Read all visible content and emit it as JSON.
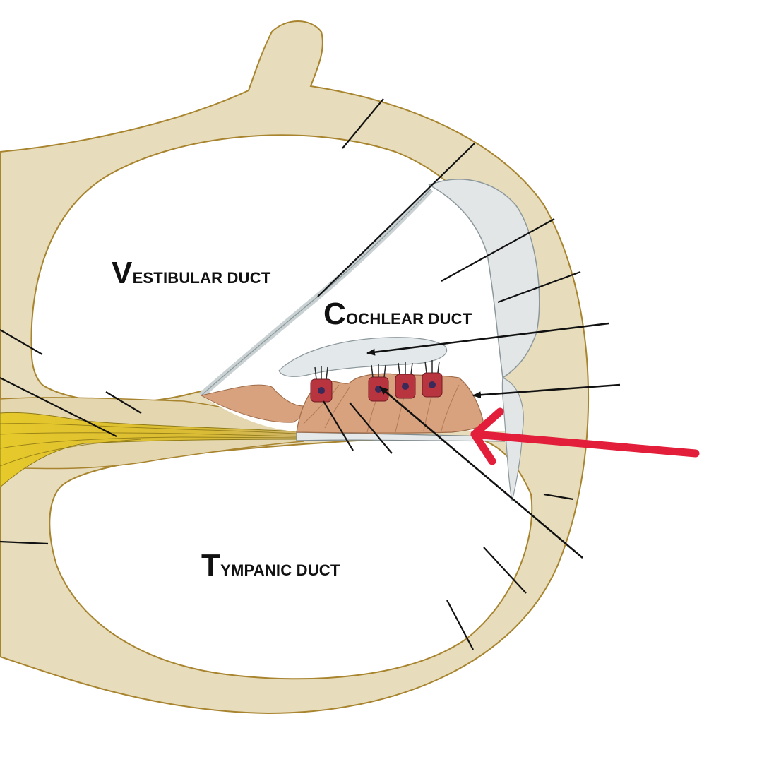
{
  "labels": {
    "vestibular": {
      "initial": "V",
      "rest": "ESTIBULAR DUCT"
    },
    "cochlear": {
      "initial": "C",
      "rest": "OCHLEAR DUCT"
    },
    "tympanic": {
      "initial": "T",
      "rest": "YMPANIC DUCT"
    }
  },
  "colors": {
    "bone": "#E7DCBB",
    "bone_outline": "#A8842E",
    "membrane": "#C9D1D3",
    "nerve": "#E2C62A",
    "organ_tissue": "#D9A27E",
    "hair_cell": "#B8343E",
    "pointer_line": "#111111",
    "highlight_arrow": "#E21E3A"
  }
}
